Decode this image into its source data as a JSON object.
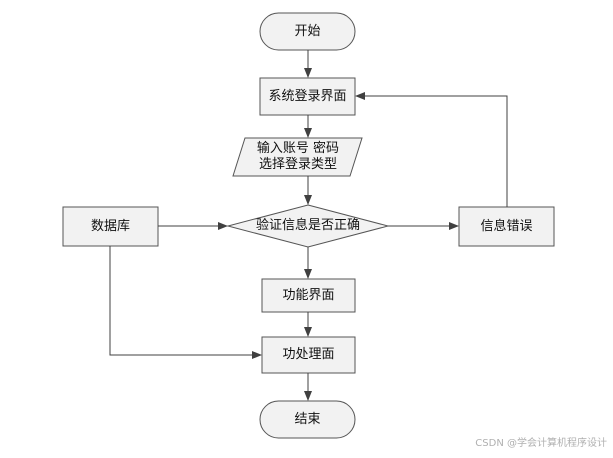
{
  "nodes": {
    "start": "开始",
    "login_screen": "系统登录界面",
    "input_line1": "输入账号 密码",
    "input_line2": "选择登录类型",
    "verify": "验证信息是否正确",
    "database": "数据库",
    "error": "信息错误",
    "function_screen": "功能界面",
    "function_process": "功处理面",
    "end": "结束"
  },
  "watermark": "CSDN @学会计算机程序设计"
}
